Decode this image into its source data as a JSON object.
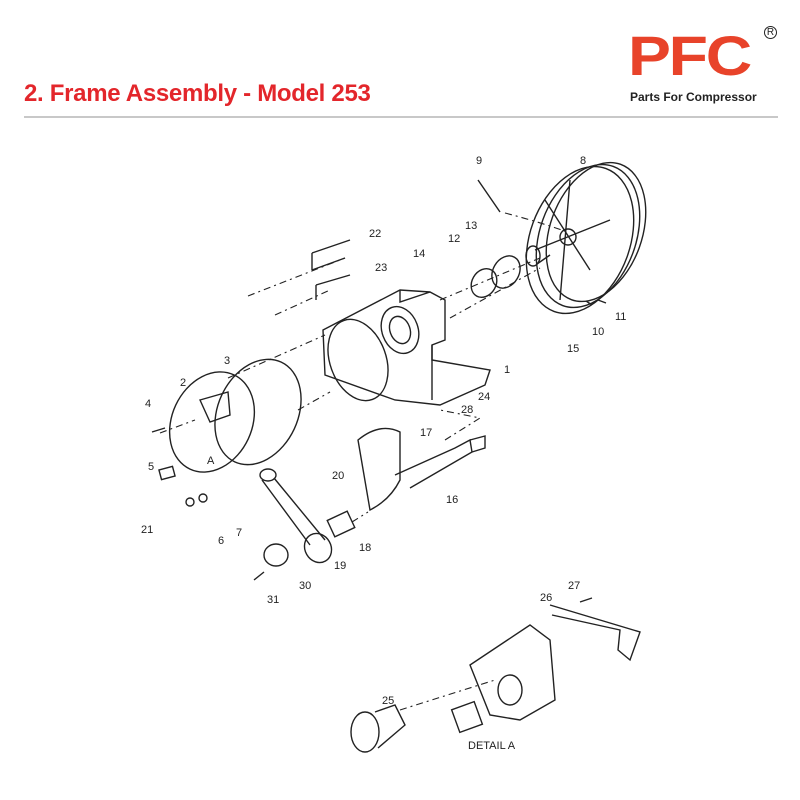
{
  "header": {
    "title": "2. Frame Assembly - Model 253",
    "logo_text": "PFC",
    "logo_tagline": "Parts For Compressor",
    "registered_mark": "R"
  },
  "colors": {
    "title": "#e3262b",
    "logo": "#e8432a",
    "divider": "#c8c8c8"
  },
  "diagram": {
    "callouts": [
      "1",
      "2",
      "3",
      "4",
      "5",
      "6",
      "7",
      "8",
      "9",
      "10",
      "11",
      "12",
      "13",
      "14",
      "15",
      "16",
      "17",
      "18",
      "19",
      "20",
      "21",
      "22",
      "23",
      "24",
      "25",
      "26",
      "27",
      "28",
      "30",
      "31"
    ],
    "detail_marker": "A",
    "detail_label": "DETAIL A"
  }
}
